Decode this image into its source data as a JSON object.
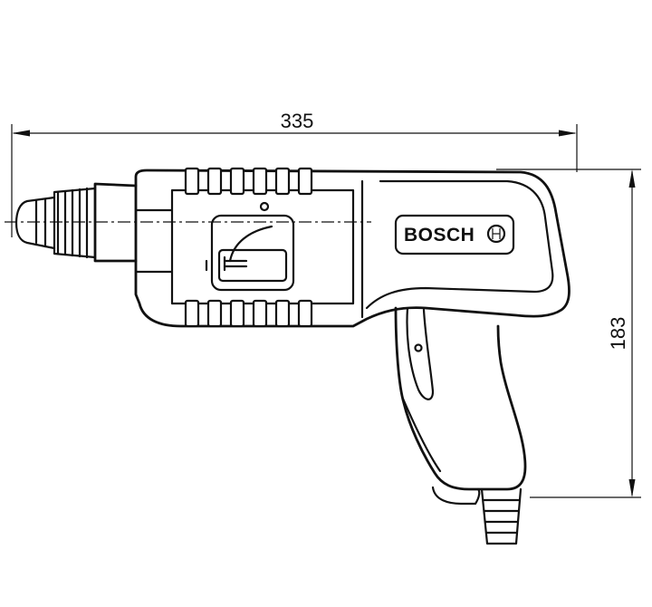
{
  "dimensions": {
    "length": "335",
    "height": "183"
  },
  "brand": {
    "name": "BOSCH"
  }
}
